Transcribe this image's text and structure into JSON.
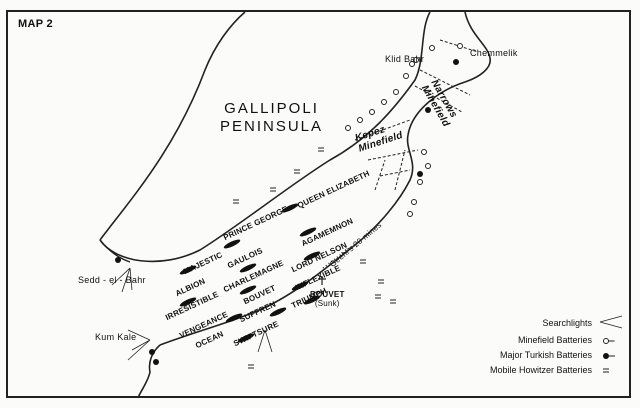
{
  "map": {
    "label": "MAP 2",
    "peninsula_line1": "GALLIPOLI",
    "peninsula_line2": "PENINSULA"
  },
  "places": {
    "klid_bahr": "Klid Bahr",
    "chemmelik": "Chemmelik",
    "sedd_el_bahr": "Sedd - el - Bahr",
    "kum_kale": "Kum Kale"
  },
  "minefields": {
    "narrows": [
      "Narrows",
      "Minefield"
    ],
    "kepez": [
      "Kepez",
      "Minefield"
    ],
    "geehl": "Geehl's 20 mines"
  },
  "ships": [
    {
      "name": "QUEEN ELIZABETH"
    },
    {
      "name": "PRINCE GEORGE"
    },
    {
      "name": "AGAMEMNON"
    },
    {
      "name": "MAJESTIC"
    },
    {
      "name": "GAULOIS"
    },
    {
      "name": "LORD NELSON"
    },
    {
      "name": "ALBION"
    },
    {
      "name": "CHARLEMAGNE"
    },
    {
      "name": "INFLEXIBLE"
    },
    {
      "name": "IRRESISTIBLE"
    },
    {
      "name": "BOUVET"
    },
    {
      "name": "VENGEANCE"
    },
    {
      "name": "SUFFREN"
    },
    {
      "name": "TRIUMPH"
    },
    {
      "name": "OCEAN"
    },
    {
      "name": "SWIFTSURE"
    }
  ],
  "sunk": {
    "name": "BOUVET",
    "note": "(Sunk)"
  },
  "legend": [
    {
      "label": "Searchlights",
      "icon": "searchlight-icon"
    },
    {
      "label": "Minefield Batteries",
      "icon": "minefield-battery-icon"
    },
    {
      "label": "Major Turkish Batteries",
      "icon": "major-battery-icon"
    },
    {
      "label": "Mobile Howitzer Batteries",
      "icon": "howitzer-icon"
    }
  ]
}
